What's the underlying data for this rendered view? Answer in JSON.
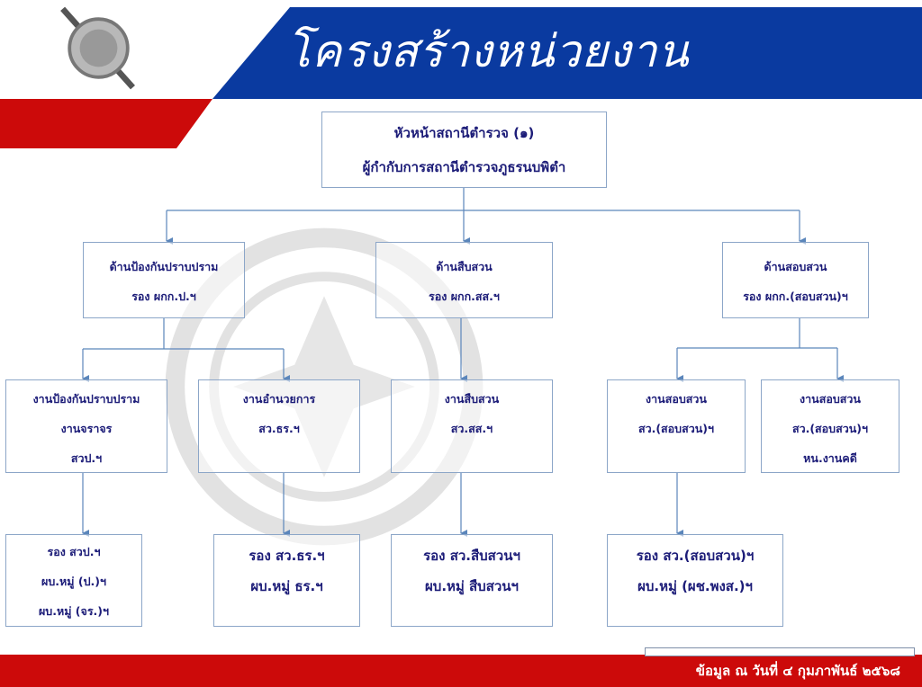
{
  "header": {
    "title": "โครงสร้างหน่วยงาน",
    "logo": "seal-icon"
  },
  "colors": {
    "blue": "#0a3aa0",
    "red": "#cc0a0a",
    "text": "#1c1c78",
    "line": "#5b86bb"
  },
  "chart": {
    "root": {
      "lines": [
        "หัวหน้าสถานีตำรวจ (๑)",
        "ผู้กำกับการสถานีตำรวจภูธรนบพิตำ"
      ]
    },
    "level2": [
      {
        "lines": [
          "ด้านป้องกันปราบปราม",
          "รอง ผกก.ป.ฯ"
        ]
      },
      {
        "lines": [
          "ด้านสืบสวน",
          "รอง ผกก.สส.ฯ"
        ]
      },
      {
        "lines": [
          "ด้านสอบสวน",
          "รอง ผกก.(สอบสวน)ฯ"
        ]
      }
    ],
    "level3": [
      {
        "lines": [
          "งานป้องกันปราบปราม",
          "งานจราจร",
          "สวป.ฯ"
        ]
      },
      {
        "lines": [
          "งานอำนวยการ",
          "สว.ธร.ฯ"
        ]
      },
      {
        "lines": [
          "งานสืบสวน",
          "สว.สส.ฯ"
        ]
      },
      {
        "lines": [
          "งานสอบสวน",
          "สว.(สอบสวน)ฯ"
        ]
      },
      {
        "lines": [
          "งานสอบสวน",
          "สว.(สอบสวน)ฯ",
          "หน.งานคดี"
        ]
      }
    ],
    "level4": [
      {
        "lines": [
          "รอง สวป.ฯ",
          "ผบ.หมู่ (ป.)ฯ",
          "ผบ.หมู่ (จร.)ฯ"
        ]
      },
      {
        "lines": [
          "รอง สว.ธร.ฯ",
          "ผบ.หมู่ ธร.ฯ"
        ]
      },
      {
        "lines": [
          "รอง สว.สืบสวนฯ",
          "ผบ.หมู่ สืบสวนฯ"
        ]
      },
      {
        "lines": [
          "รอง สว.(สอบสวน)ฯ",
          "ผบ.หมู่ (ผช.พงส.)ฯ"
        ]
      }
    ]
  },
  "footer": {
    "text": "ข้อมูล ณ วันที่ ๔ กุมภาพันธ์ ๒๕๖๘"
  }
}
